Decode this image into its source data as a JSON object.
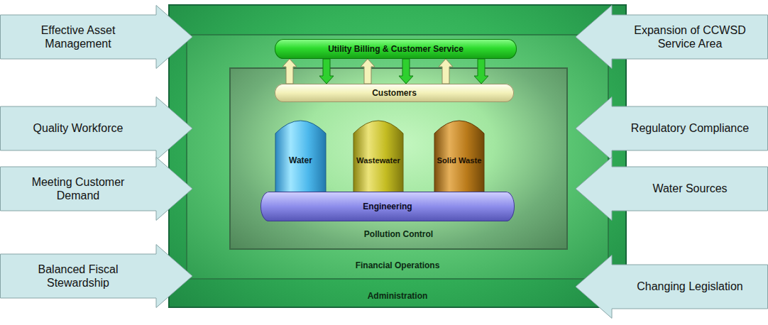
{
  "diagram": {
    "nodes": [
      {
        "text": [
          "Administration"
        ]
      },
      {
        "text": [
          "Financial Operations"
        ],
        "in": 0
      },
      {
        "text": [
          "Utility Billing & Customer Service"
        ],
        "in": 1
      },
      {
        "text": [
          "Pollution Control"
        ],
        "in": 1
      },
      {
        "text": [
          "Customers"
        ],
        "in": 3
      },
      {
        "text": [
          "Water"
        ],
        "in": 3
      },
      {
        "text": [
          "Wastewater"
        ],
        "in": 3
      },
      {
        "text": [
          "Solid Waste"
        ],
        "in": 3
      },
      {
        "text": [
          "Engineering"
        ],
        "in": 3
      },
      {
        "text": [
          "Effective Asset Management"
        ]
      },
      {
        "text": [
          "Quality Workforce"
        ]
      },
      {
        "text": [
          "Meeting Customer Demand"
        ]
      },
      {
        "text": [
          "Balanced Fiscal Stewardship"
        ]
      },
      {
        "text": [
          "Expansion of CCWSD Service Area"
        ]
      },
      {
        "text": [
          "Regulatory Compliance"
        ]
      },
      {
        "text": [
          "Water Sources"
        ]
      },
      {
        "text": [
          "Changing Legislation"
        ]
      }
    ],
    "edges": [
      {
        "from": 4,
        "to": 2,
        "arrow": "to"
      },
      {
        "from": 2,
        "to": 4,
        "arrow": "to"
      },
      {
        "from": 4,
        "to": 2,
        "arrow": "to"
      },
      {
        "from": 2,
        "to": 4,
        "arrow": "to"
      },
      {
        "from": 4,
        "to": 2,
        "arrow": "to"
      },
      {
        "from": 2,
        "to": 4,
        "arrow": "to"
      }
    ]
  }
}
